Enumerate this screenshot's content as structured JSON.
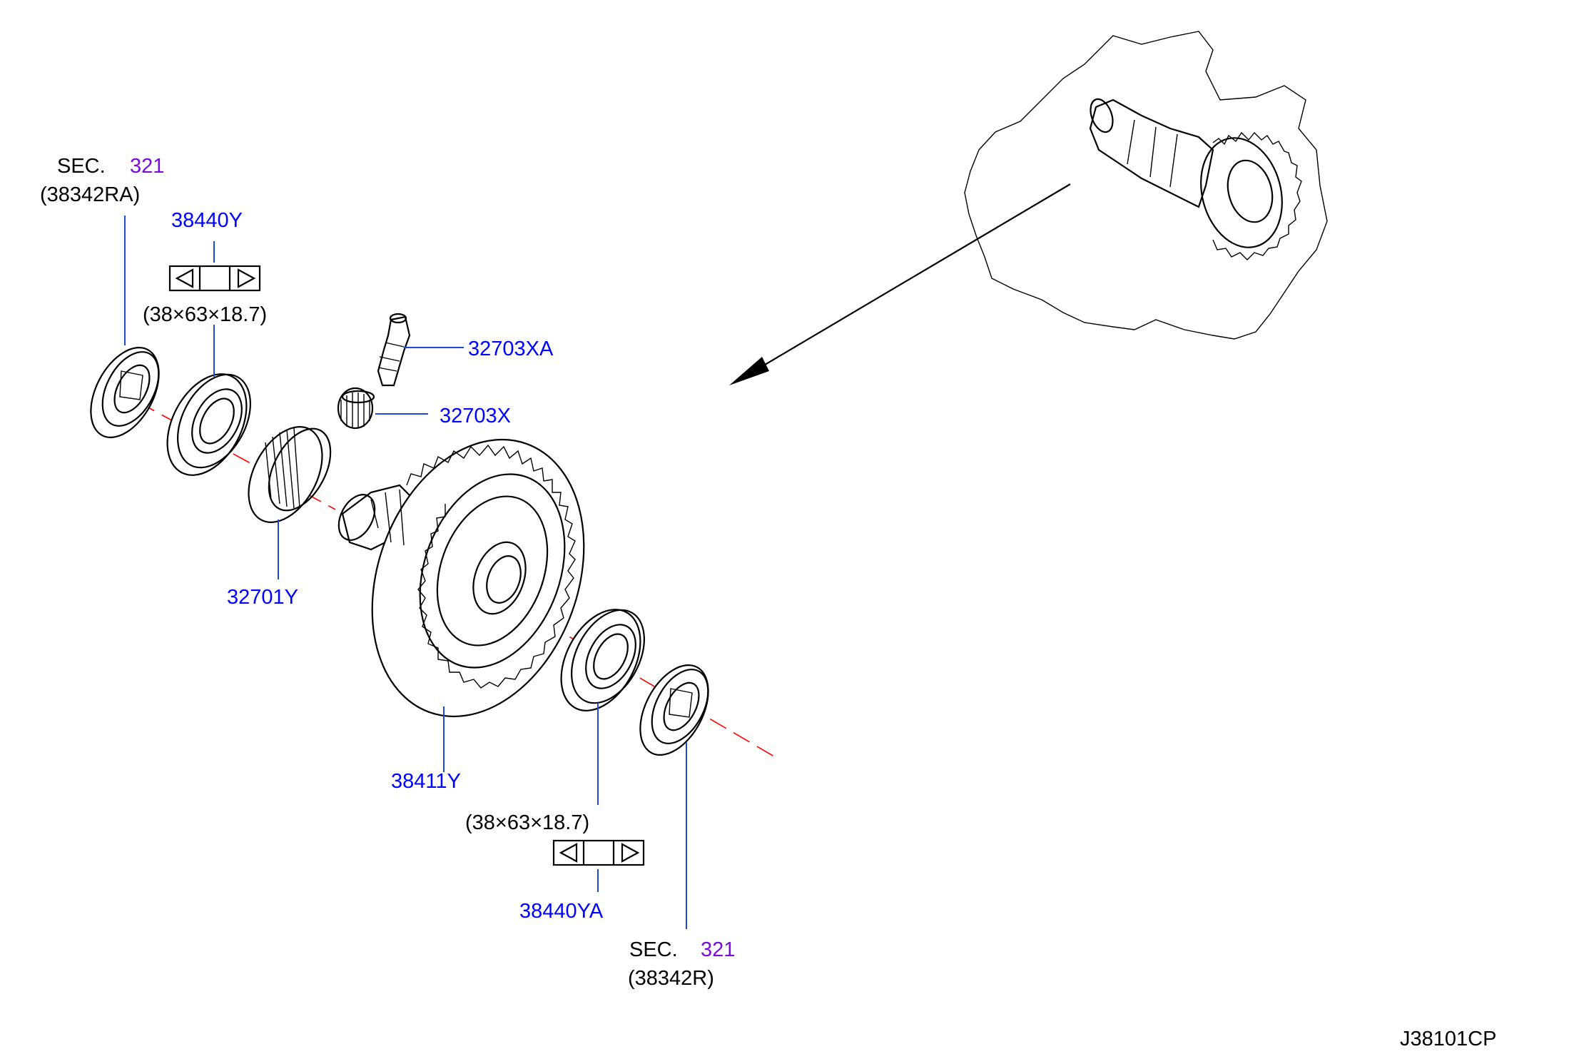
{
  "labels": {
    "sec_top": "SEC.",
    "sec_top_num": "321",
    "sec_top_ref": "(38342RA)",
    "part_38440y": "38440Y",
    "dim_top": "(38×63×18.7)",
    "part_32703xa": "32703XA",
    "part_32703x": "32703X",
    "part_32701y": "32701Y",
    "part_38411y": "38411Y",
    "dim_bottom": "(38×63×18.7)",
    "part_38440ya": "38440YA",
    "sec_bottom": "SEC.",
    "sec_bottom_num": "321",
    "sec_bottom_ref": "(38342R)",
    "diagram_id": "J38101CP"
  },
  "colors": {
    "part_number": "#0000ff",
    "section_ref": "#7a0bd9",
    "leader_line": "#1a4bd0",
    "center_axis": "#ff0000",
    "outline": "#000000"
  },
  "icons": {
    "bearing_direction_box": "triangle-arrow-icons",
    "locator_arrow": "arrow-icon"
  }
}
